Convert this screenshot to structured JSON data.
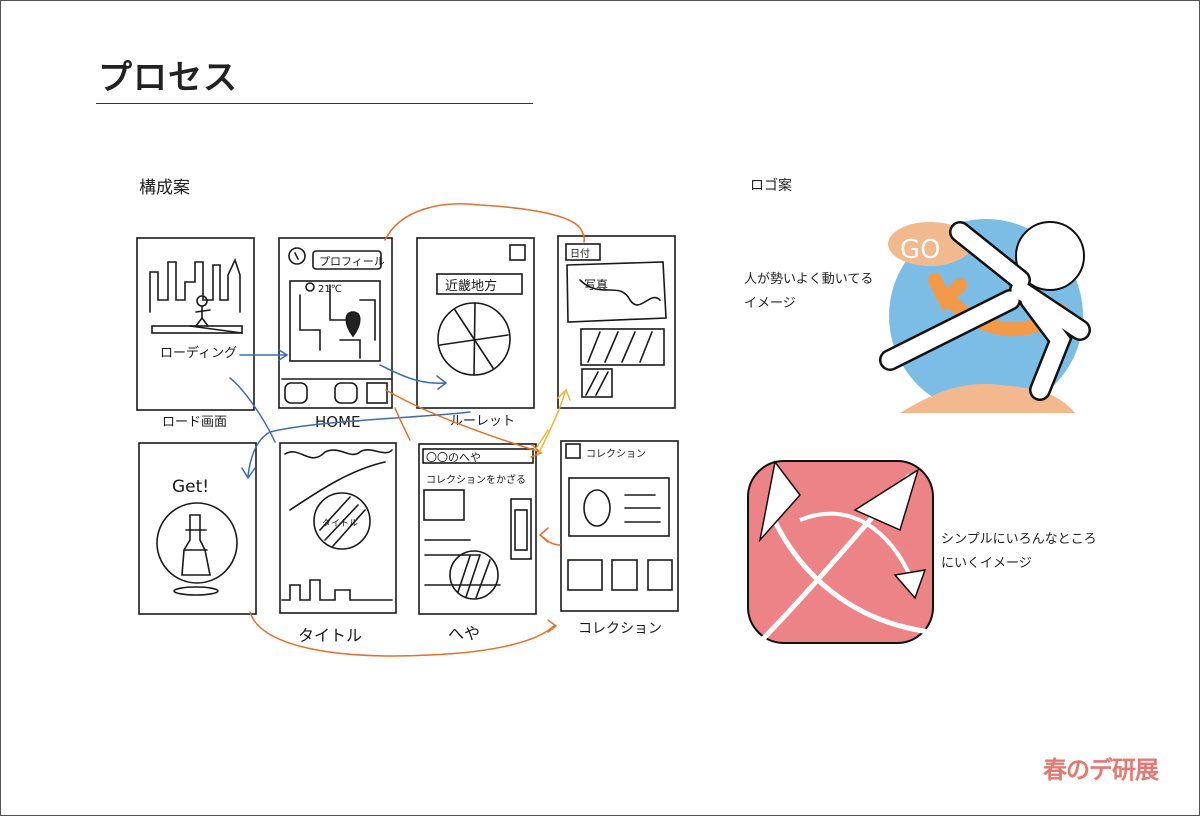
{
  "page": {
    "title": "プロセス",
    "structure_label": "構成案",
    "logo_label": "ロゴ案"
  },
  "screens": {
    "loading_text": "ローディング",
    "loading_caption": "ロード画面",
    "home_tag": "プロフィール",
    "home_weather": "21℃",
    "home_caption": "HOME",
    "roulette_tag": "近畿地方",
    "roulette_caption": "ルーレット",
    "diary_tag": "日付",
    "diary_photo": "写真",
    "get_text": "Get!",
    "title_text": "タイトル",
    "title_caption": "タイトル",
    "room_tag": "〇〇のへや",
    "room_note": "コレクションをかざる",
    "room_caption": "へや",
    "collection_tag": "コレクション",
    "collection_caption": "コレクション"
  },
  "logos": {
    "logo1_caption_line1": "人が勢いよく動いてる",
    "logo1_caption_line2": "イメージ",
    "logo1_text": "GO",
    "logo2_caption_line1": "シンプルにいろんなところ",
    "logo2_caption_line2": "にいくイメージ",
    "colors": {
      "sky_blue": "#7cbde6",
      "sand": "#f2b98f",
      "coral": "#ec8487",
      "orange_arrow": "#f29a49"
    }
  },
  "brand_mark": "春のデ研展"
}
